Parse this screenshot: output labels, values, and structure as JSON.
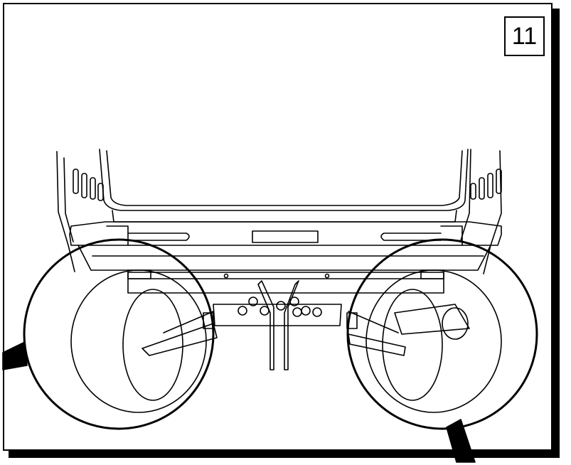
{
  "step": {
    "number": "11"
  },
  "colors": {
    "ink": "#000000",
    "paper": "#ffffff"
  },
  "icons": [
    "vehicle-rear-underside-drawing",
    "callout-circle-left",
    "callout-circle-right",
    "callout-arrow-left",
    "callout-arrow-right"
  ]
}
